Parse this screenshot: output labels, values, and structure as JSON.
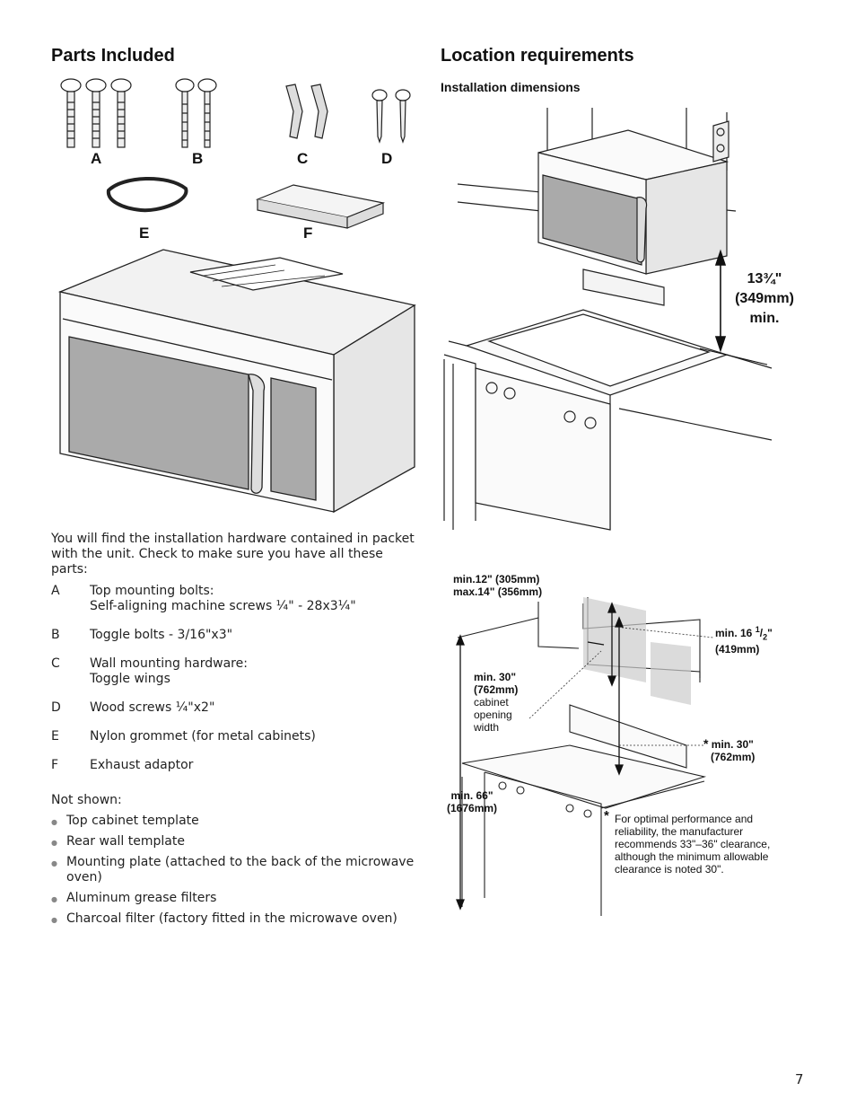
{
  "left": {
    "title": "Parts Included",
    "part_letters": [
      "A",
      "B",
      "C",
      "D",
      "E",
      "F"
    ],
    "intro": "You will find the installation hardware contained in packet with the unit. Check to make sure you have all these parts:",
    "parts": [
      {
        "key": "A",
        "line1": "Top mounting bolts:",
        "line2": "Self-aligning machine screws ¼\" - 28x3¼\""
      },
      {
        "key": "B",
        "line1": "Toggle bolts - 3/16\"x3\"",
        "line2": ""
      },
      {
        "key": "C",
        "line1": "Wall mounting hardware:",
        "line2": "Toggle wings"
      },
      {
        "key": "D",
        "line1": "Wood screws ¼\"x2\"",
        "line2": ""
      },
      {
        "key": "E",
        "line1": "Nylon grommet (for metal cabinets)",
        "line2": ""
      },
      {
        "key": "F",
        "line1": "Exhaust adaptor",
        "line2": ""
      }
    ],
    "not_shown_label": "Not shown:",
    "not_shown": [
      "Top cabinet template",
      "Rear wall template",
      "Mounting plate (attached to the back of the microwave oven)",
      "Aluminum grease filters",
      "Charcoal filter (factory fitted in the microwave oven)"
    ]
  },
  "right": {
    "title": "Location requirements",
    "subtitle": "Installation dimensions",
    "clearance": {
      "line1": "13¾\"",
      "line2": "(349mm)",
      "line3": "min."
    },
    "dims": {
      "depth_1": "min.12\" (305mm)",
      "depth_2": "max.14\" (356mm)",
      "height_1": "min. 16",
      "height_frac_num": "1",
      "height_frac_den": "2",
      "height_q": "\"",
      "height_2": "(419mm)",
      "width_1": "min. 30\"",
      "width_2": "(762mm)",
      "width_3": "cabinet",
      "width_4": "opening",
      "width_5": "width",
      "clear_star": "*",
      "clear_1": "min. 30\"",
      "clear_2": "(762mm)",
      "floor_1": "min. 66\"",
      "floor_2": "(1676mm)",
      "note_star": "*",
      "note": "For optimal performance and reliability, the manufacturer recommends 33\"–36\" clearance, although the minimum allowable clearance is noted 30\"."
    }
  },
  "page_number": "7"
}
